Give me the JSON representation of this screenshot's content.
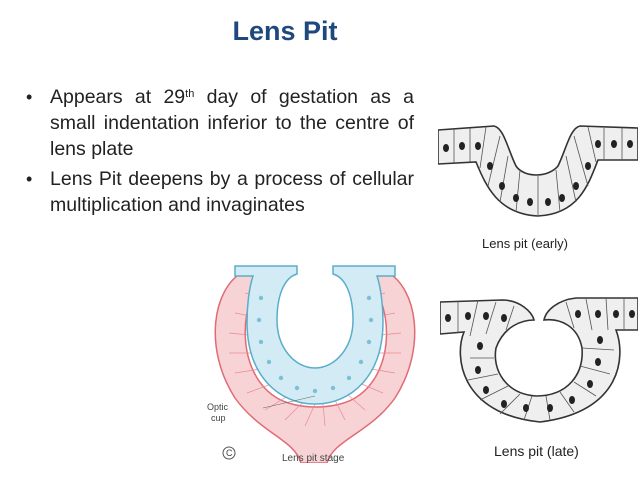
{
  "slide": {
    "title": "Lens Pit",
    "bullet1_pre": "Appears at 29",
    "bullet1_sup": "th",
    "bullet1_post": " day of gestation as a small indentation inferior to the centre of lens plate",
    "bullet2": "Lens Pit deepens by a process of cellular multiplication and invaginates"
  },
  "figures": {
    "center_label_line1": "Optic",
    "center_label_line2": "cup",
    "center_caption": "Lens pit stage",
    "center_letter": "C",
    "right_top_caption": "Lens pit (early)",
    "right_bottom_caption": "Lens pit (late)"
  }
}
